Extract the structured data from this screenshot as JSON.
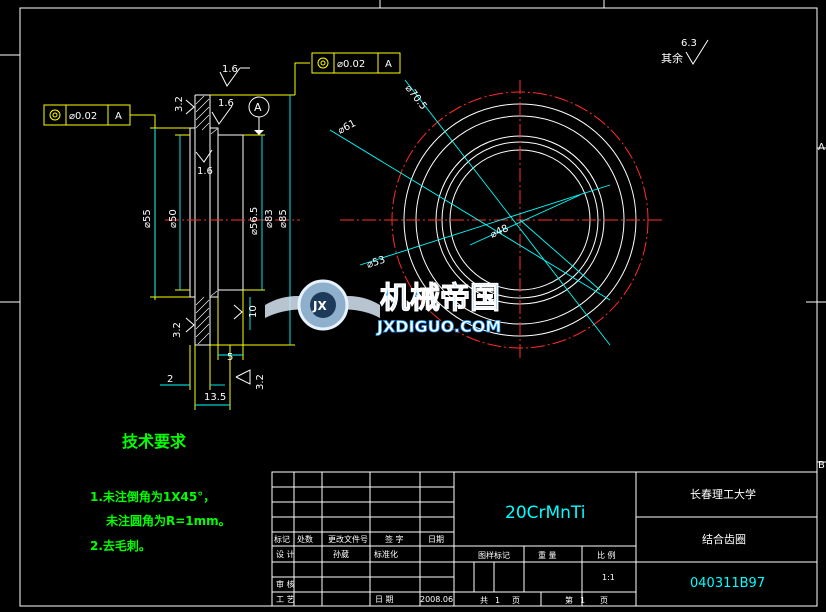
{
  "views": {
    "flatness_tol": {
      "symbol": "◎",
      "value": "⌀0.02",
      "datum": "A"
    },
    "radial_tol": {
      "symbol": "◎",
      "value": "⌀0.02",
      "datum": "A"
    },
    "datum_label": "A",
    "roughness_top": "1.6",
    "roughness_inner": "1.6",
    "roughness_side": "1.6",
    "roughness_left_top": "3.2",
    "roughness_left_bottom": "3.2",
    "roughness_bottom": "3.2",
    "roughness_general_value": "6.3",
    "roughness_general_text": "其余",
    "dims": {
      "d55": "⌀55",
      "d50": "⌀50",
      "d565": "⌀56.5",
      "d83": "⌀83",
      "d85": "⌀85",
      "w10": "10",
      "w5": "5",
      "w2": "2",
      "w135": "13.5",
      "d705": "⌀70.5",
      "d61": "⌀61",
      "d53": "⌀53",
      "d48": "⌀48"
    },
    "border_marks": {
      "right_top": "A",
      "right_bottom": "B"
    }
  },
  "notes": {
    "title": "技术要求",
    "items": [
      "1.未注倒角为1X45°，",
      "未注圆角为R=1mm。",
      "2.去毛刺。"
    ]
  },
  "title_block": {
    "material": "20CrMnTi",
    "school": "长春理工大学",
    "part_name": "结合齿圈",
    "drawing_no": "040311B97",
    "headers": {
      "mark": "标记",
      "qty": "处数",
      "change_doc": "更改文件号",
      "signature": "签 字",
      "date": "日期",
      "design": "设 计",
      "std": "标准化",
      "review": "审 核",
      "process": "工 艺",
      "date2": "日 期",
      "stage_mark": "图样标记",
      "weight": "重 量",
      "scale": "比 例",
      "total": "共",
      "sheet": "第",
      "pages": "页"
    },
    "designer": "孙葳",
    "date_value": "2008.06",
    "scale_value": "1:1",
    "sheet_total": "1",
    "sheet_no": "1"
  },
  "watermark": {
    "title": "机械帝国",
    "url": "JXDIGUO.COM",
    "logo_text": "JX"
  }
}
